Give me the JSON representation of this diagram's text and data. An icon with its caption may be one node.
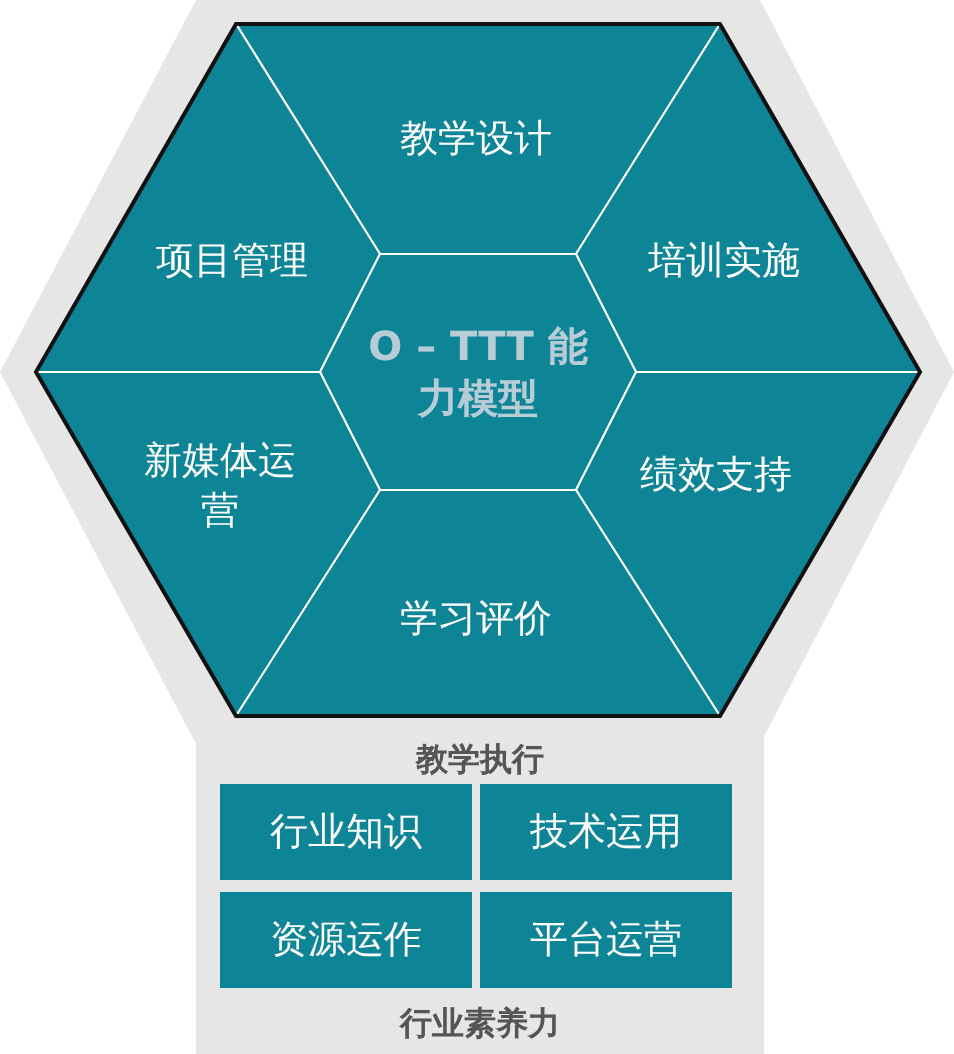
{
  "diagram": {
    "nodes": [
      {
        "text": [
          "教学设计"
        ]
      },
      {
        "text": [
          "项目管理"
        ]
      },
      {
        "text": [
          "培训实施"
        ]
      },
      {
        "text": [
          "O – TTT 能力模型"
        ]
      },
      {
        "text": [
          "新媒体运营"
        ]
      },
      {
        "text": [
          "绩效支持"
        ]
      },
      {
        "text": [
          "学习评价"
        ]
      },
      {
        "text": [
          "教学执行",
          "行业素养力"
        ]
      },
      {
        "text": [
          "行业知识"
        ],
        "in": 7
      },
      {
        "text": [
          "技术运用"
        ],
        "in": 7
      },
      {
        "text": [
          "资源运作"
        ],
        "in": 7
      },
      {
        "text": [
          "平台运营"
        ],
        "in": 7
      }
    ]
  }
}
